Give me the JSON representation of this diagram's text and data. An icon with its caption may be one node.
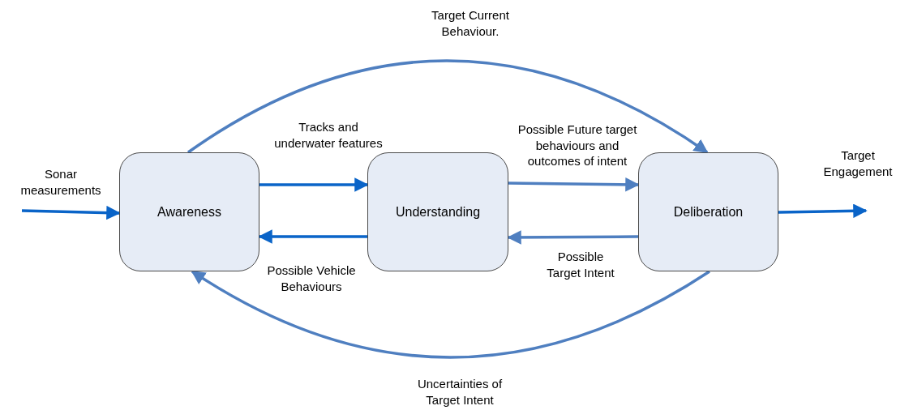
{
  "diagram": {
    "nodes": [
      {
        "text": [
          "Awareness"
        ]
      },
      {
        "text": [
          "Understanding"
        ]
      },
      {
        "text": [
          "Deliberation"
        ]
      }
    ],
    "edges": [
      {
        "from": null,
        "to": 0,
        "arrow": "to",
        "label": "Sonar measurements"
      },
      {
        "from": 0,
        "to": 1,
        "arrow": "to",
        "label": "Tracks and underwater features"
      },
      {
        "from": 1,
        "to": 2,
        "arrow": "to",
        "label": "Possible Future target behaviours and outcomes of intent",
        "color": "#4f7fc0"
      },
      {
        "from": 2,
        "to": 1,
        "arrow": "to",
        "label": "Possible Target Intent",
        "color": "#4f7fc0"
      },
      {
        "from": 1,
        "to": 0,
        "arrow": "to",
        "label": "Possible Vehicle Behaviours"
      },
      {
        "from": 0,
        "to": 2,
        "arrow": "to",
        "label": "Target Current Behaviour.",
        "color": "#4f7fc0"
      },
      {
        "from": 2,
        "to": 0,
        "arrow": "to",
        "label": "Uncertainties of Target Intent",
        "color": "#4f7fc0"
      },
      {
        "from": 2,
        "to": null,
        "arrow": "to",
        "label": "Target Engagement"
      }
    ]
  }
}
